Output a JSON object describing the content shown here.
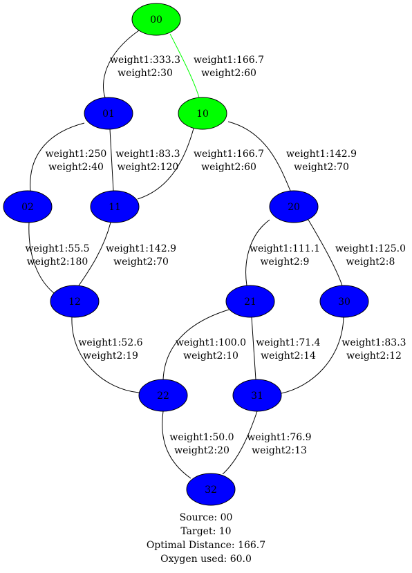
{
  "graph": {
    "nodes": [
      {
        "id": "00",
        "label": "00",
        "highlight": true
      },
      {
        "id": "01",
        "label": "01",
        "highlight": false
      },
      {
        "id": "10",
        "label": "10",
        "highlight": true
      },
      {
        "id": "02",
        "label": "02",
        "highlight": false
      },
      {
        "id": "11",
        "label": "11",
        "highlight": false
      },
      {
        "id": "20",
        "label": "20",
        "highlight": false
      },
      {
        "id": "12",
        "label": "12",
        "highlight": false
      },
      {
        "id": "21",
        "label": "21",
        "highlight": false
      },
      {
        "id": "30",
        "label": "30",
        "highlight": false
      },
      {
        "id": "22",
        "label": "22",
        "highlight": false
      },
      {
        "id": "31",
        "label": "31",
        "highlight": false
      },
      {
        "id": "32",
        "label": "32",
        "highlight": false
      }
    ],
    "edges": [
      {
        "from": "00",
        "to": "01",
        "w1": "weight1:333.3",
        "w2": "weight2:30",
        "highlight": false
      },
      {
        "from": "00",
        "to": "10",
        "w1": "weight1:166.7",
        "w2": "weight2:60",
        "highlight": true
      },
      {
        "from": "01",
        "to": "02",
        "w1": "weight1:250",
        "w2": "weight2:40",
        "highlight": false
      },
      {
        "from": "01",
        "to": "11",
        "w1": "weight1:83.3",
        "w2": "weight2:120",
        "highlight": false
      },
      {
        "from": "10",
        "to": "11",
        "w1": "weight1:166.7",
        "w2": "weight2:60",
        "highlight": false
      },
      {
        "from": "10",
        "to": "20",
        "w1": "weight1:142.9",
        "w2": "weight2:70",
        "highlight": false
      },
      {
        "from": "02",
        "to": "12",
        "w1": "weight1:55.5",
        "w2": "weight2:180",
        "highlight": false
      },
      {
        "from": "11",
        "to": "12",
        "w1": "weight1:142.9",
        "w2": "weight2:70",
        "highlight": false
      },
      {
        "from": "20",
        "to": "21",
        "w1": "weight1:111.1",
        "w2": "weight2:9",
        "highlight": false
      },
      {
        "from": "20",
        "to": "30",
        "w1": "weight1:125.0",
        "w2": "weight2:8",
        "highlight": false
      },
      {
        "from": "12",
        "to": "22",
        "w1": "weight1:52.6",
        "w2": "weight2:19",
        "highlight": false
      },
      {
        "from": "21",
        "to": "22",
        "w1": "weight1:100.0",
        "w2": "weight2:10",
        "highlight": false
      },
      {
        "from": "21",
        "to": "31",
        "w1": "weight1:71.4",
        "w2": "weight2:14",
        "highlight": false
      },
      {
        "from": "30",
        "to": "31",
        "w1": "weight1:83.3",
        "w2": "weight2:12",
        "highlight": false
      },
      {
        "from": "22",
        "to": "32",
        "w1": "weight1:50.0",
        "w2": "weight2:20",
        "highlight": false
      },
      {
        "from": "31",
        "to": "32",
        "w1": "weight1:76.9",
        "w2": "weight2:13",
        "highlight": false
      }
    ]
  },
  "caption": {
    "source": "Source: 00",
    "target": "Target: 10",
    "optimal_distance": "Optimal Distance: 166.7",
    "oxygen_used": "Oxygen used: 60.0"
  },
  "colors": {
    "path_node": "#00ff00",
    "node": "#0000ff",
    "path_edge": "#00ff00",
    "edge": "#000000"
  }
}
